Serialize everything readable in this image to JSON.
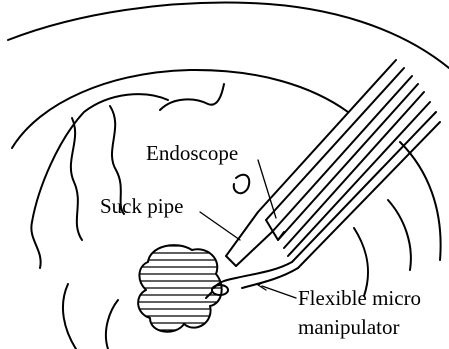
{
  "figure": {
    "labels": {
      "endoscope": "Endoscope",
      "suck_pipe": "Suck pipe",
      "manipulator_line1": "Flexible micro",
      "manipulator_line2": "manipulator"
    },
    "colors": {
      "ink": "#000000",
      "background": "#ffffff"
    }
  }
}
